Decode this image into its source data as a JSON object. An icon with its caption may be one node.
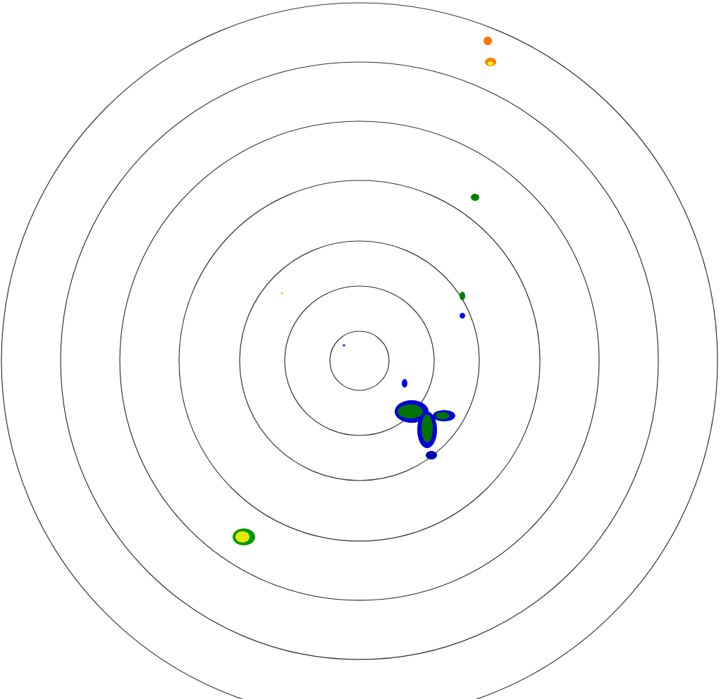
{
  "diagram": {
    "nodes": [
      {
        "text": [],
        "shape": "circle"
      },
      {
        "text": [],
        "shape": "circle",
        "in": 0
      },
      {
        "text": [],
        "shape": "circle",
        "in": 1
      },
      {
        "text": [],
        "shape": "circle",
        "in": 2
      },
      {
        "text": [],
        "shape": "circle",
        "in": 3
      },
      {
        "text": [],
        "shape": "circle",
        "in": 4
      },
      {
        "text": [],
        "shape": "circle",
        "in": 5
      }
    ]
  }
}
